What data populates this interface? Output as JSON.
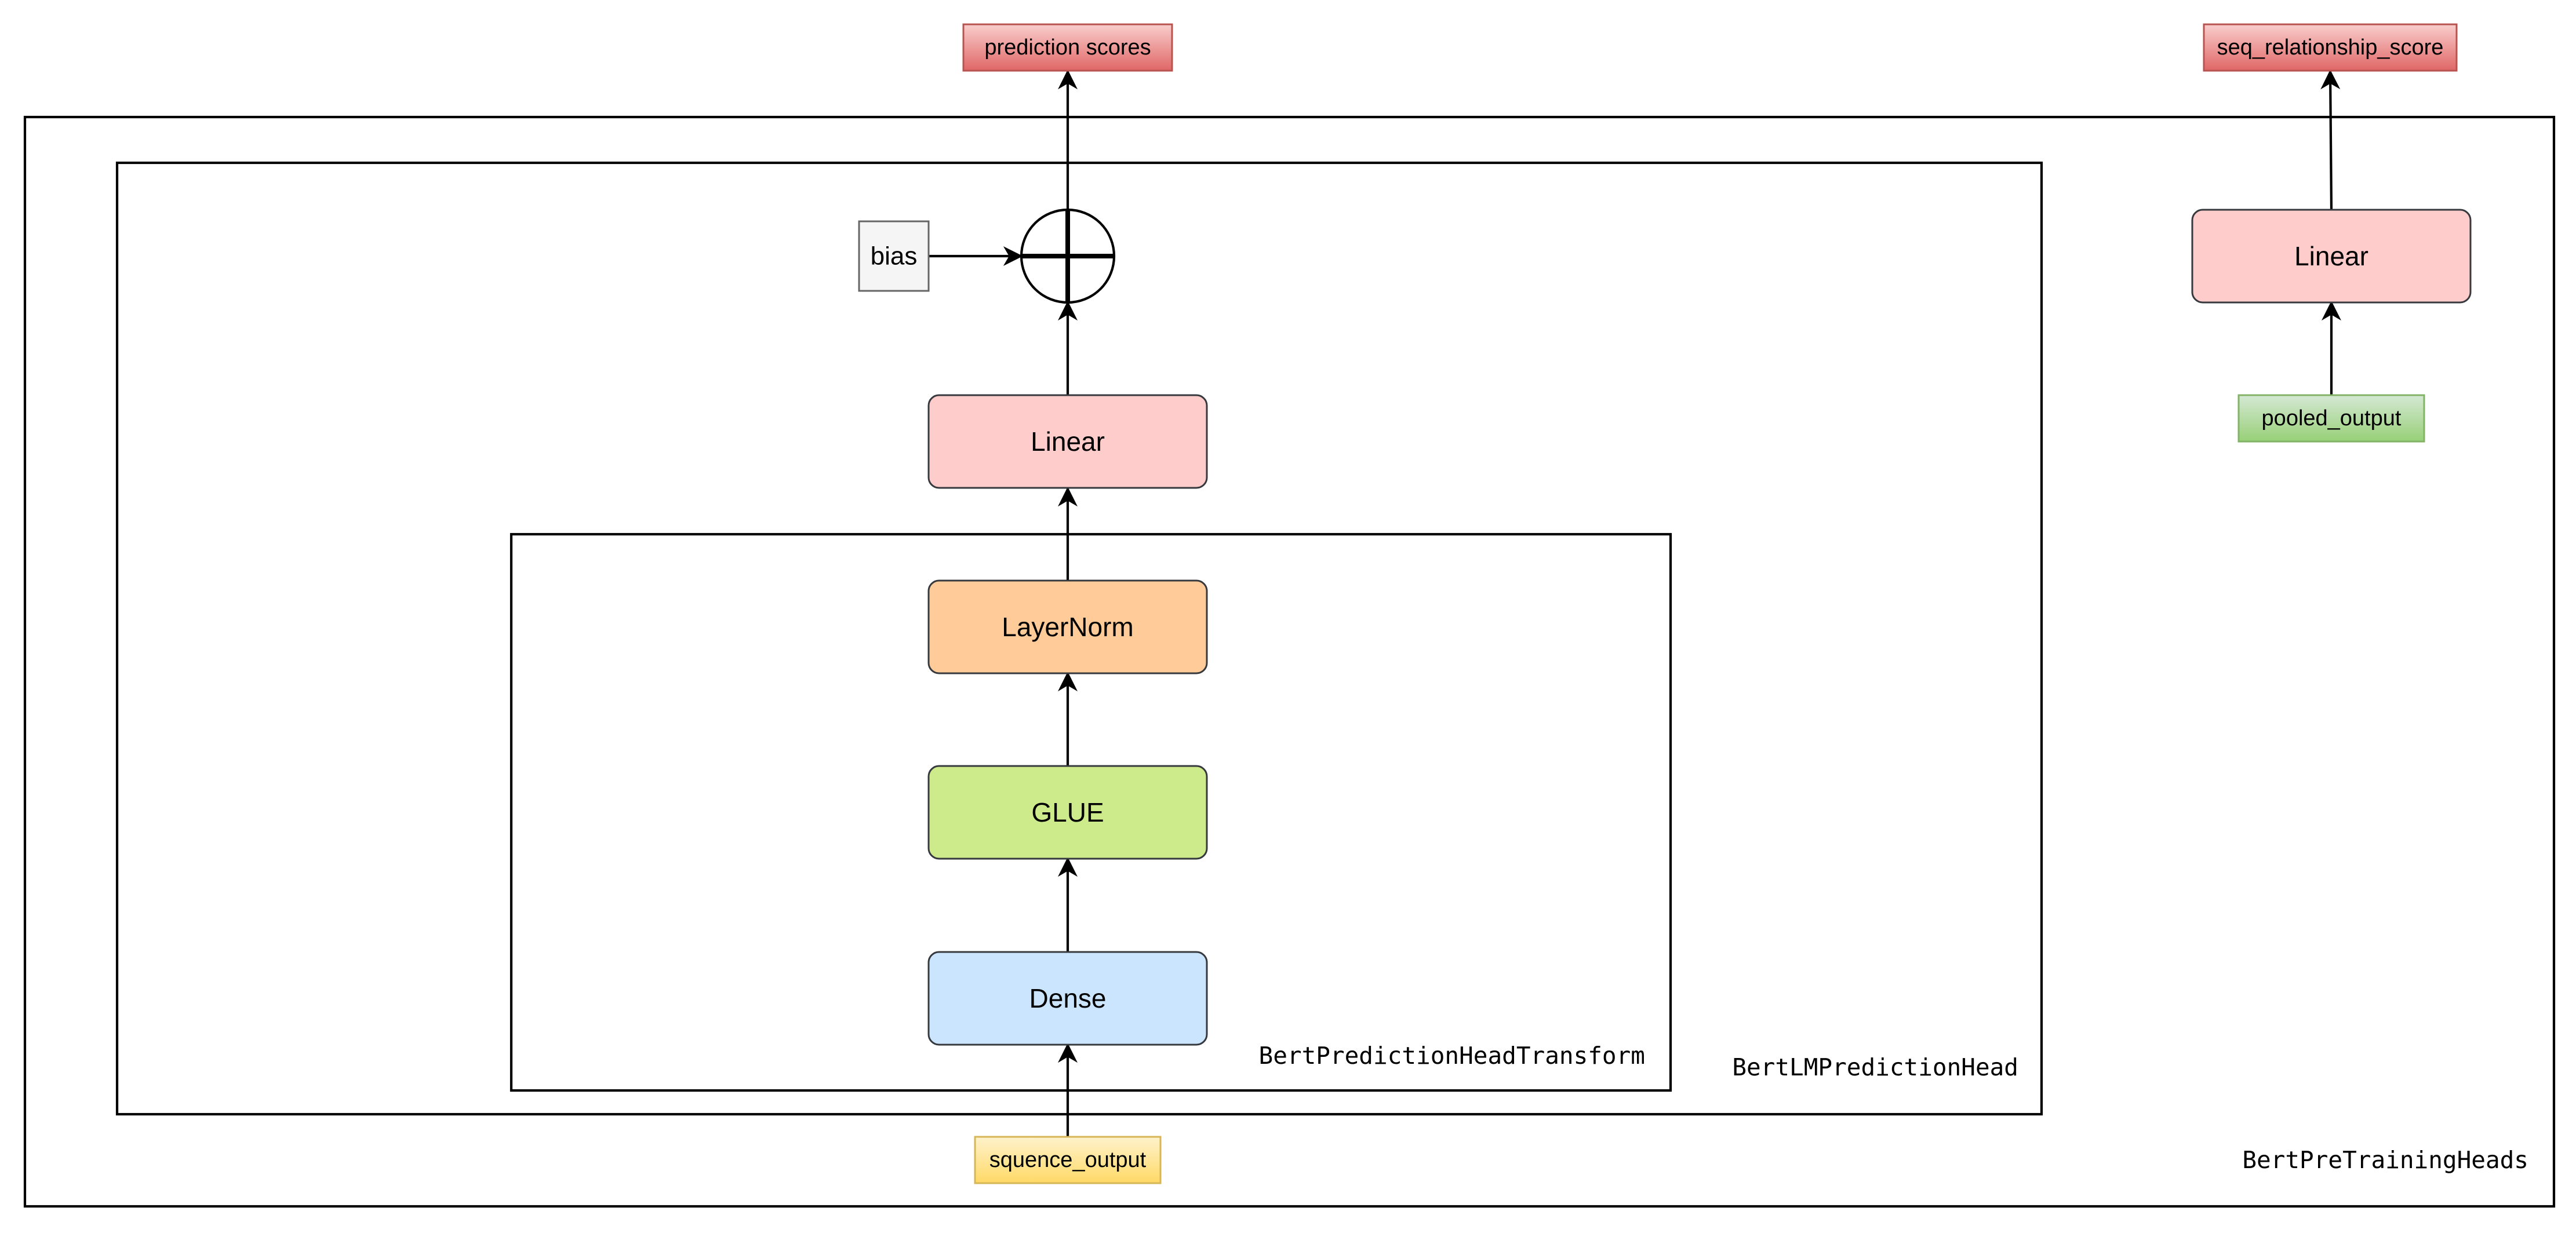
{
  "containers": {
    "outer_label": "BertPreTrainingHeads",
    "lm_head_label": "BertLMPredictionHead",
    "transform_label": "BertPredictionHeadTransform"
  },
  "nodes": {
    "prediction_scores": "prediction scores",
    "seq_relationship_score": "seq_relationship_score",
    "bias": "bias",
    "linear_lm": "Linear",
    "layernorm": "LayerNorm",
    "glue": "GLUE",
    "dense": "Dense",
    "sequence_output": "squence_output",
    "linear_nsp": "Linear",
    "pooled_output": "pooled_output"
  },
  "colors": {
    "output_fill": "#f8cecc",
    "output_dark": "#e06666",
    "output_stroke": "#b85450",
    "linear_fill": "#ffcccc",
    "layernorm_fill": "#ffcc99",
    "glue_fill": "#cdeb8b",
    "dense_fill": "#cce5ff",
    "input_yellow_fill": "#ffe599",
    "input_yellow_stroke": "#d6b656",
    "input_green_fill": "#b9e0a5",
    "input_green_stroke": "#82b366",
    "bias_fill": "#f5f5f5",
    "stroke": "#36393d"
  }
}
